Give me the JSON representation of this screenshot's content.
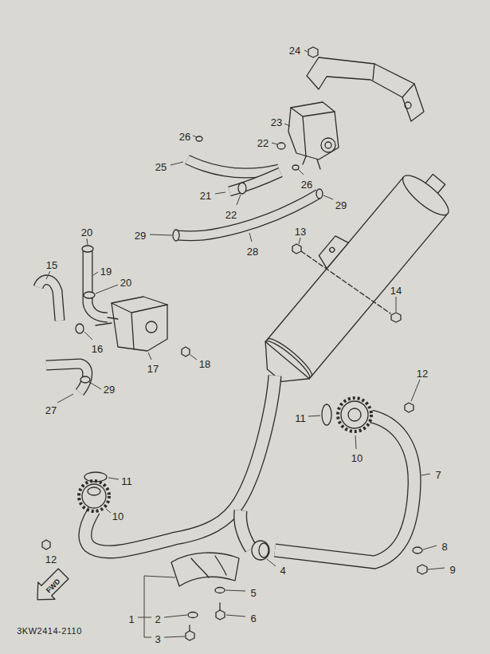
{
  "diagram": {
    "labels": [
      "24",
      "23",
      "26",
      "22",
      "25",
      "26",
      "21",
      "22",
      "29",
      "29",
      "28",
      "13",
      "20",
      "15",
      "19",
      "20",
      "14",
      "16",
      "17",
      "18",
      "29",
      "27",
      "12",
      "11",
      "10",
      "7",
      "11",
      "10",
      "12",
      "4",
      "8",
      "9",
      "5",
      "6",
      "1",
      "2",
      "3",
      "FWD",
      "3KW2414-2110"
    ]
  }
}
